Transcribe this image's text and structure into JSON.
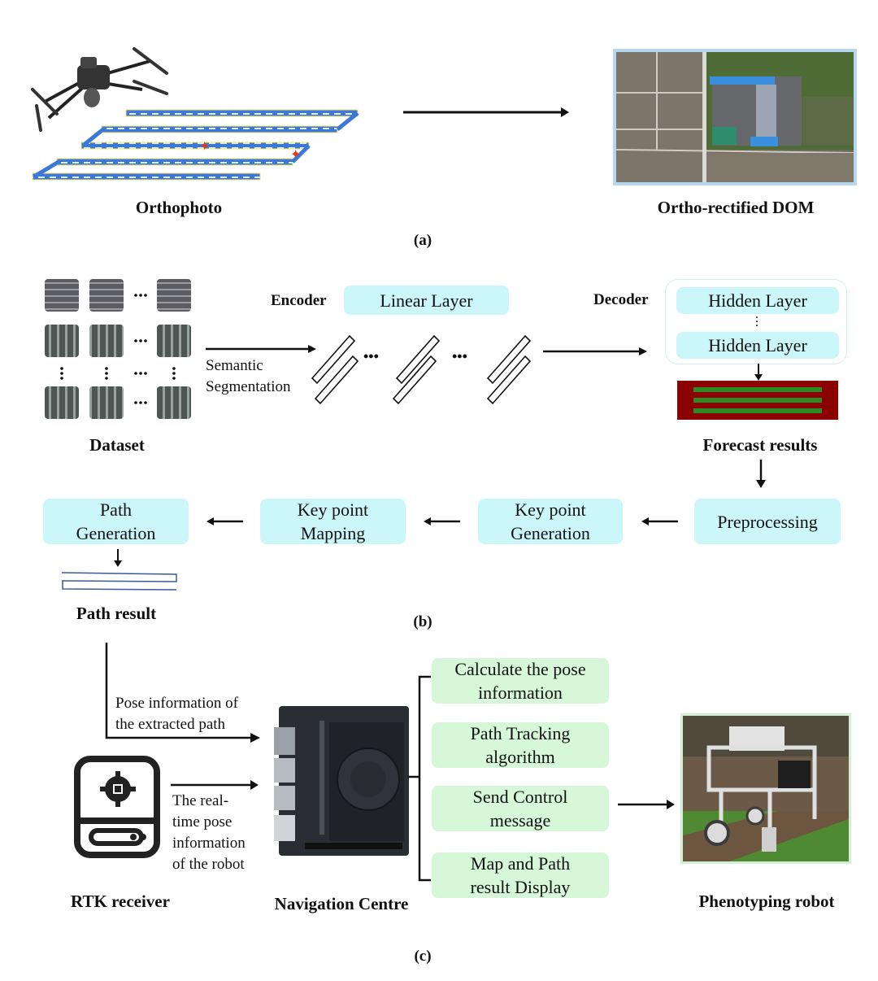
{
  "panel_a": {
    "caption": "(a)",
    "left_label": "Orthophoto",
    "right_label": "Ortho-rectified DOM",
    "icons": [
      "drone-icon",
      "flight-path-grid",
      "aerial-map-image"
    ]
  },
  "panel_b": {
    "caption": "(b)",
    "dataset_label": "Dataset",
    "arrow_label_lines": [
      "Semantic",
      "Segmentation"
    ],
    "encoder_label": "Encoder",
    "encoder_box": "Linear Layer",
    "ellipsis": "•••",
    "decoder_label": "Decoder",
    "decoder_boxes": [
      "Hidden Layer",
      "Hidden Layer"
    ],
    "forecast_label": "Forecast results",
    "pipeline": [
      {
        "lines": [
          "Preprocessing"
        ]
      },
      {
        "lines": [
          "Key point",
          "Generation"
        ]
      },
      {
        "lines": [
          "Key point",
          "Mapping"
        ]
      },
      {
        "lines": [
          "Path",
          "Generation"
        ]
      }
    ],
    "path_result_label": "Path result"
  },
  "panel_c": {
    "caption": "(c)",
    "pose_path_label_lines": [
      "Pose information of",
      "the extracted path"
    ],
    "realtime_label_lines": [
      "The real-",
      "time pose",
      "information",
      "of the robot"
    ],
    "rtk_label": "RTK receiver",
    "nav_label": "Navigation Centre",
    "functions": [
      {
        "lines": [
          "Calculate the pose",
          "information"
        ]
      },
      {
        "lines": [
          "Path Tracking",
          "algorithm"
        ]
      },
      {
        "lines": [
          "Send Control",
          "message"
        ]
      },
      {
        "lines": [
          "Map and Path",
          "result Display"
        ]
      }
    ],
    "robot_label": "Phenotyping robot"
  },
  "colors": {
    "cyan_box": "#ccf7fa",
    "green_box": "#d6f7d8",
    "forecast_bg": "#8b0000",
    "forecast_stripe": "#2e8b22",
    "flight_path": "#3b78d8"
  }
}
